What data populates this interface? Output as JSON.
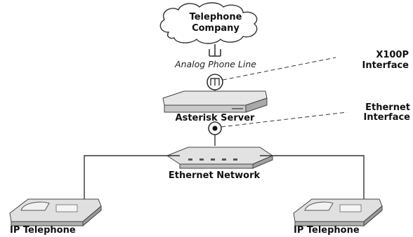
{
  "labels": {
    "cloud_line1": "Telephone",
    "cloud_line2": "Company",
    "analog_line": "Analog Phone Line",
    "x100p_line1": "X100P",
    "x100p_line2": "Interface",
    "server": "Asterisk Server",
    "ethernet_if_line1": "Ethernet",
    "ethernet_if_line2": "Interface",
    "network": "Ethernet Network",
    "phone_left": "IP Telephone",
    "phone_right": "IP Telephone"
  },
  "colors": {
    "line": "#333333",
    "device_fill": "#dcdcdc",
    "device_shade": "#a9a9a9",
    "cloud_fill": "#ffffff"
  }
}
